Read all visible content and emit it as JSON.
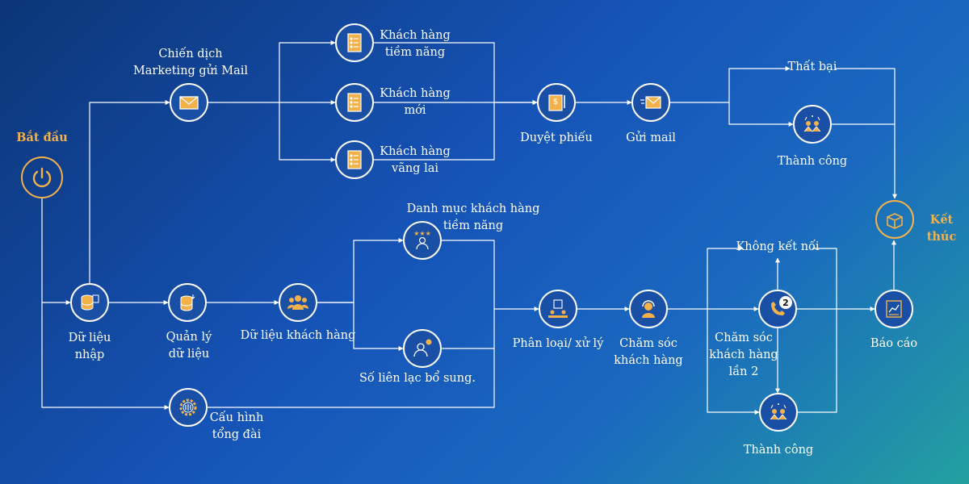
{
  "colors": {
    "line": "#ffffff",
    "accent": "#f3b14a",
    "icon_fill": "#f3b14a",
    "icon_stroke": "#ffffff"
  },
  "nodes": {
    "start": {
      "label": "Bắt đầu",
      "icon": "power-icon"
    },
    "email_campaign": {
      "label": "Chiến dịch\nMarketing gửi Mail",
      "icon": "envelope-icon"
    },
    "lead_potential": {
      "label": "Khách hàng\ntiềm năng",
      "icon": "contact-list-icon"
    },
    "lead_new": {
      "label": "Khách hàng\nmới",
      "icon": "contact-list-icon"
    },
    "lead_walkin": {
      "label": "Khách hàng\nvãng lai",
      "icon": "contact-list-icon"
    },
    "approve": {
      "label": "Duyệt phiếu",
      "icon": "voucher-icon"
    },
    "send_mail": {
      "label": "Gửi mail",
      "icon": "send-mail-icon"
    },
    "fail": {
      "label": "Thất bại"
    },
    "success_top": {
      "label": "Thành công",
      "icon": "celebrate-icon"
    },
    "end": {
      "label": "Kết thúc",
      "icon": "box-icon"
    },
    "input_data": {
      "label": "Dữ liệu\nnhập",
      "icon": "database-icon"
    },
    "manage_data": {
      "label": "Quản lý\ndữ liệu",
      "icon": "database-manage-icon"
    },
    "customer_data": {
      "label": "Dữ liệu khách hàng",
      "icon": "group-icon"
    },
    "prospect_list": {
      "label": "Danh mục khách hàng\ntiềm năng",
      "icon": "star-customer-icon"
    },
    "extra_contacts": {
      "label": "Số liên lạc bổ sung.",
      "icon": "contact-phone-icon"
    },
    "classify": {
      "label": "Phân loại/ xử lý",
      "icon": "process-icon"
    },
    "care": {
      "label": "Chăm sóc\nkhách hàng",
      "icon": "headset-icon"
    },
    "care2": {
      "label": "Chăm sóc\nkhách hàng\nlần 2",
      "icon": "phone-2-icon",
      "badge": "2"
    },
    "no_connect": {
      "label": "Không kết nối"
    },
    "success_bottom": {
      "label": "Thành công",
      "icon": "celebrate-icon"
    },
    "report": {
      "label": "Báo cáo",
      "icon": "report-icon"
    },
    "switchboard": {
      "label": "Cấu hình\ntổng đài",
      "icon": "gear-icon"
    }
  },
  "edges": [
    [
      "start",
      "input_data"
    ],
    [
      "start",
      "switchboard"
    ],
    [
      "input_data",
      "email_campaign"
    ],
    [
      "input_data",
      "manage_data"
    ],
    [
      "manage_data",
      "customer_data"
    ],
    [
      "customer_data",
      "prospect_list"
    ],
    [
      "customer_data",
      "extra_contacts"
    ],
    [
      "email_campaign",
      "lead_potential"
    ],
    [
      "email_campaign",
      "lead_new"
    ],
    [
      "email_campaign",
      "lead_walkin"
    ],
    [
      "lead_potential",
      "approve"
    ],
    [
      "lead_new",
      "approve"
    ],
    [
      "lead_walkin",
      "approve"
    ],
    [
      "approve",
      "send_mail"
    ],
    [
      "send_mail",
      "fail"
    ],
    [
      "send_mail",
      "success_top"
    ],
    [
      "fail",
      "end"
    ],
    [
      "success_top",
      "end"
    ],
    [
      "prospect_list",
      "classify"
    ],
    [
      "extra_contacts",
      "classify"
    ],
    [
      "switchboard",
      "classify"
    ],
    [
      "classify",
      "care"
    ],
    [
      "care",
      "no_connect"
    ],
    [
      "care",
      "care2"
    ],
    [
      "care",
      "success_bottom"
    ],
    [
      "care2",
      "no_connect"
    ],
    [
      "care2",
      "success_bottom"
    ],
    [
      "no_connect",
      "report"
    ],
    [
      "care2",
      "report"
    ],
    [
      "success_bottom",
      "report"
    ],
    [
      "report",
      "end"
    ]
  ]
}
